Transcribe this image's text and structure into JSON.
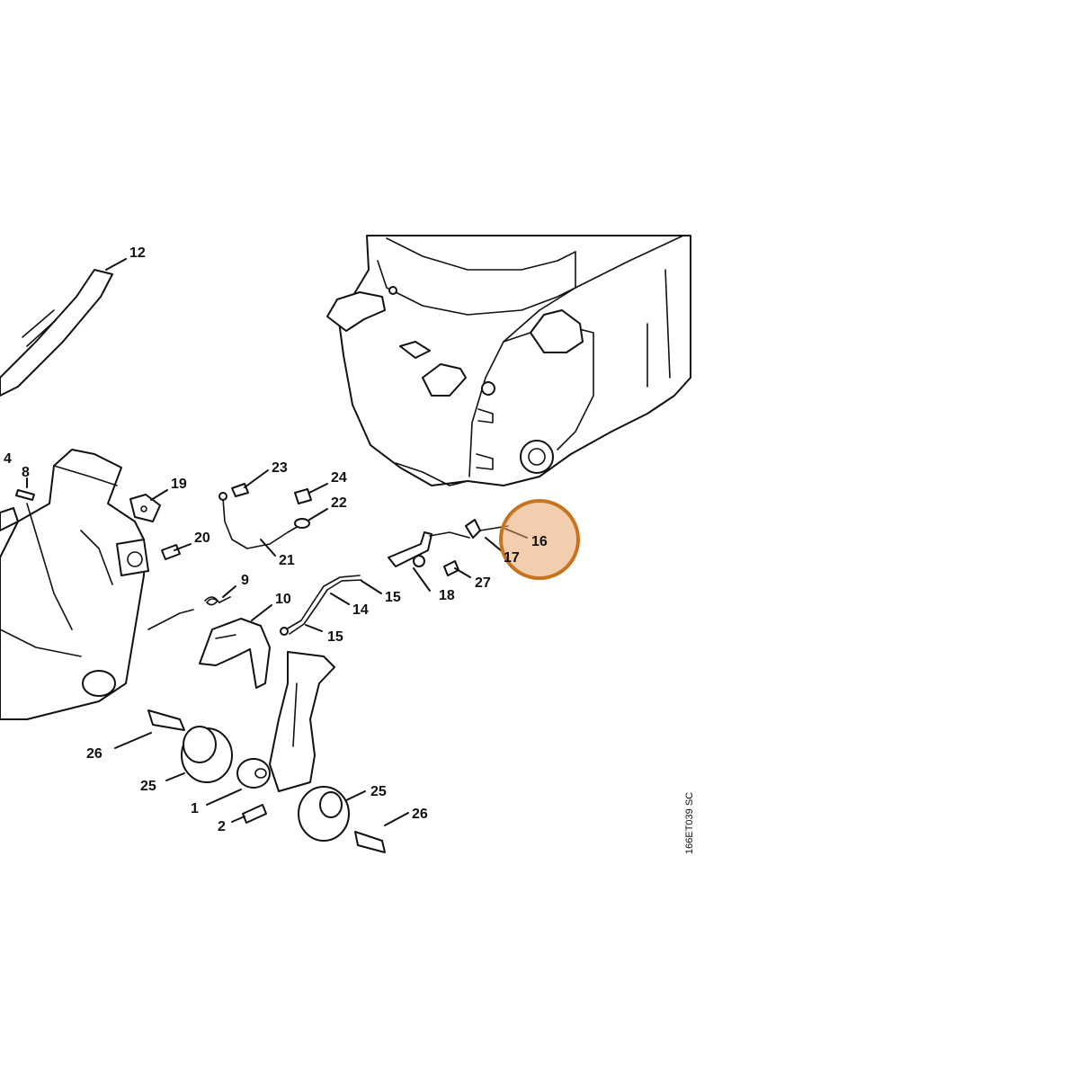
{
  "diagram": {
    "drawing_code": "166ET039 SC",
    "highlight": {
      "part": "16",
      "color": "#e7a56c"
    },
    "callouts": [
      "1",
      "2",
      "4",
      "8",
      "9",
      "10",
      "12",
      "14",
      "15",
      "15",
      "16",
      "17",
      "18",
      "19",
      "20",
      "21",
      "22",
      "23",
      "24",
      "25",
      "25",
      "26",
      "26",
      "27"
    ]
  }
}
